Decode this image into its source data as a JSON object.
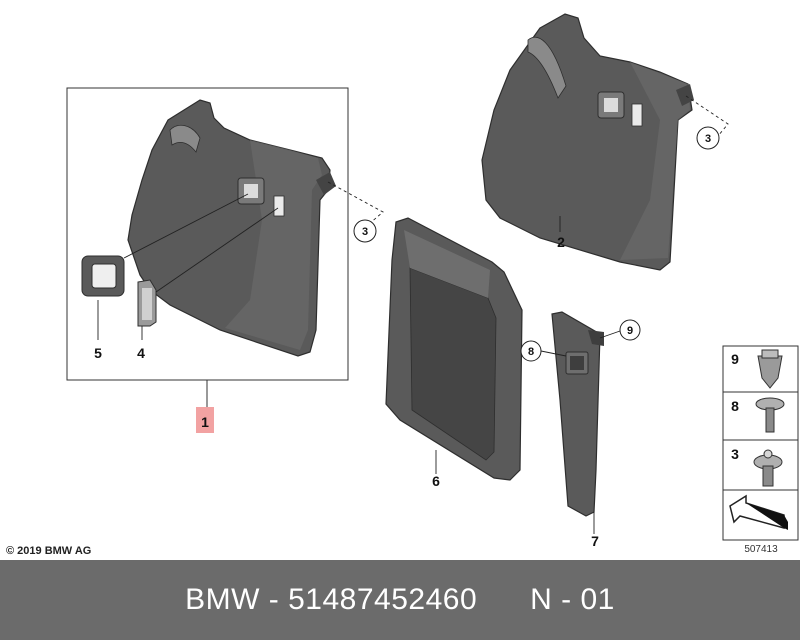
{
  "colors": {
    "part": "#5c5c5c",
    "part_dark": "#3c3c3c",
    "part_light": "#8a8a8a",
    "highlight": "#f2a2a2",
    "footer_bg": "#6b6b6b"
  },
  "callouts": {
    "group": "1",
    "inner_upper": "2",
    "screw_rivet_ring": "3",
    "ring_a": "3",
    "ring_b": "3",
    "cover": "4",
    "frame": "5",
    "pocket": "6",
    "pillar": "7",
    "ring_8": "8",
    "ring_9": "9"
  },
  "legend": {
    "items": [
      "9",
      "8",
      "3"
    ],
    "icon": "arrow-icon"
  },
  "copyright": "© 2019 BMW AG",
  "reference": "507413",
  "footer": {
    "brand": "BMW",
    "part_number": "51487452460",
    "page": "N - 01",
    "sep": " - "
  }
}
